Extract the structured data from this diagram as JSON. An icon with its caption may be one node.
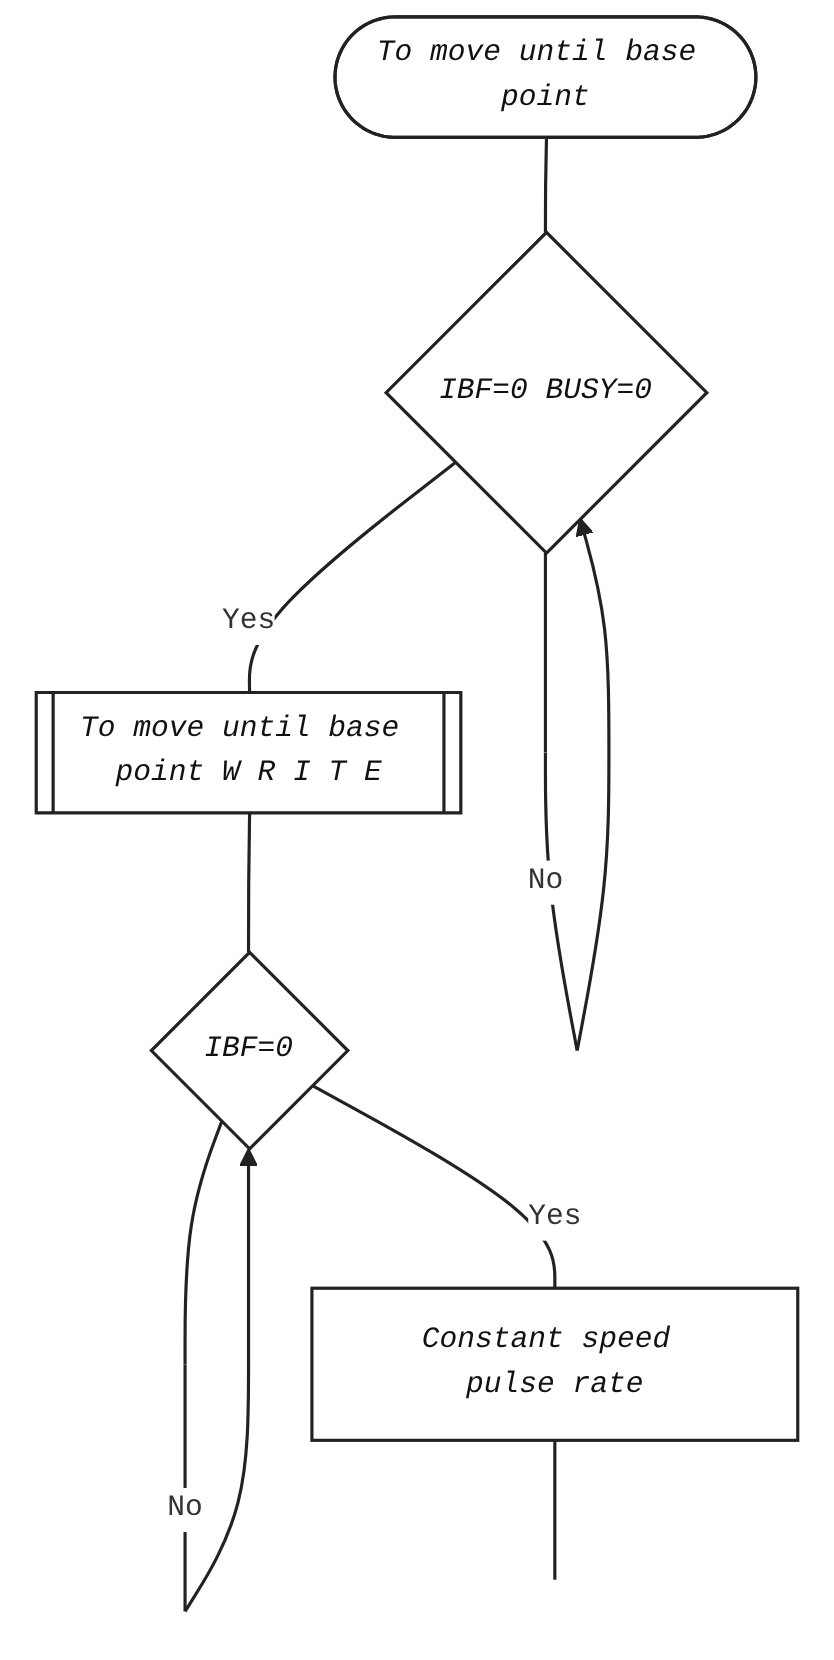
{
  "diagram": {
    "nodes": [
      {
        "text": [
          "To move until base point"
        ]
      },
      {
        "text": [
          "IBF=0 BUSY=0"
        ]
      },
      {
        "text": [
          "To move until base point W R I T E"
        ]
      },
      {
        "text": [
          "IBF=0"
        ]
      },
      {
        "text": [
          "Constant speed pulse rate"
        ]
      }
    ],
    "edges": [
      {
        "from": 0,
        "to": 1,
        "arrow": "none"
      },
      {
        "from": 1,
        "to": 1,
        "label": "No",
        "arrow": "to"
      },
      {
        "from": 1,
        "to": 2,
        "label": "Yes",
        "arrow": "none"
      },
      {
        "from": 2,
        "to": 3,
        "arrow": "none"
      },
      {
        "from": 3,
        "to": 3,
        "label": "No",
        "arrow": "to"
      },
      {
        "from": 3,
        "to": 4,
        "label": "Yes",
        "arrow": "none"
      },
      {
        "from": 4,
        "to": null,
        "arrow": "none"
      }
    ]
  }
}
